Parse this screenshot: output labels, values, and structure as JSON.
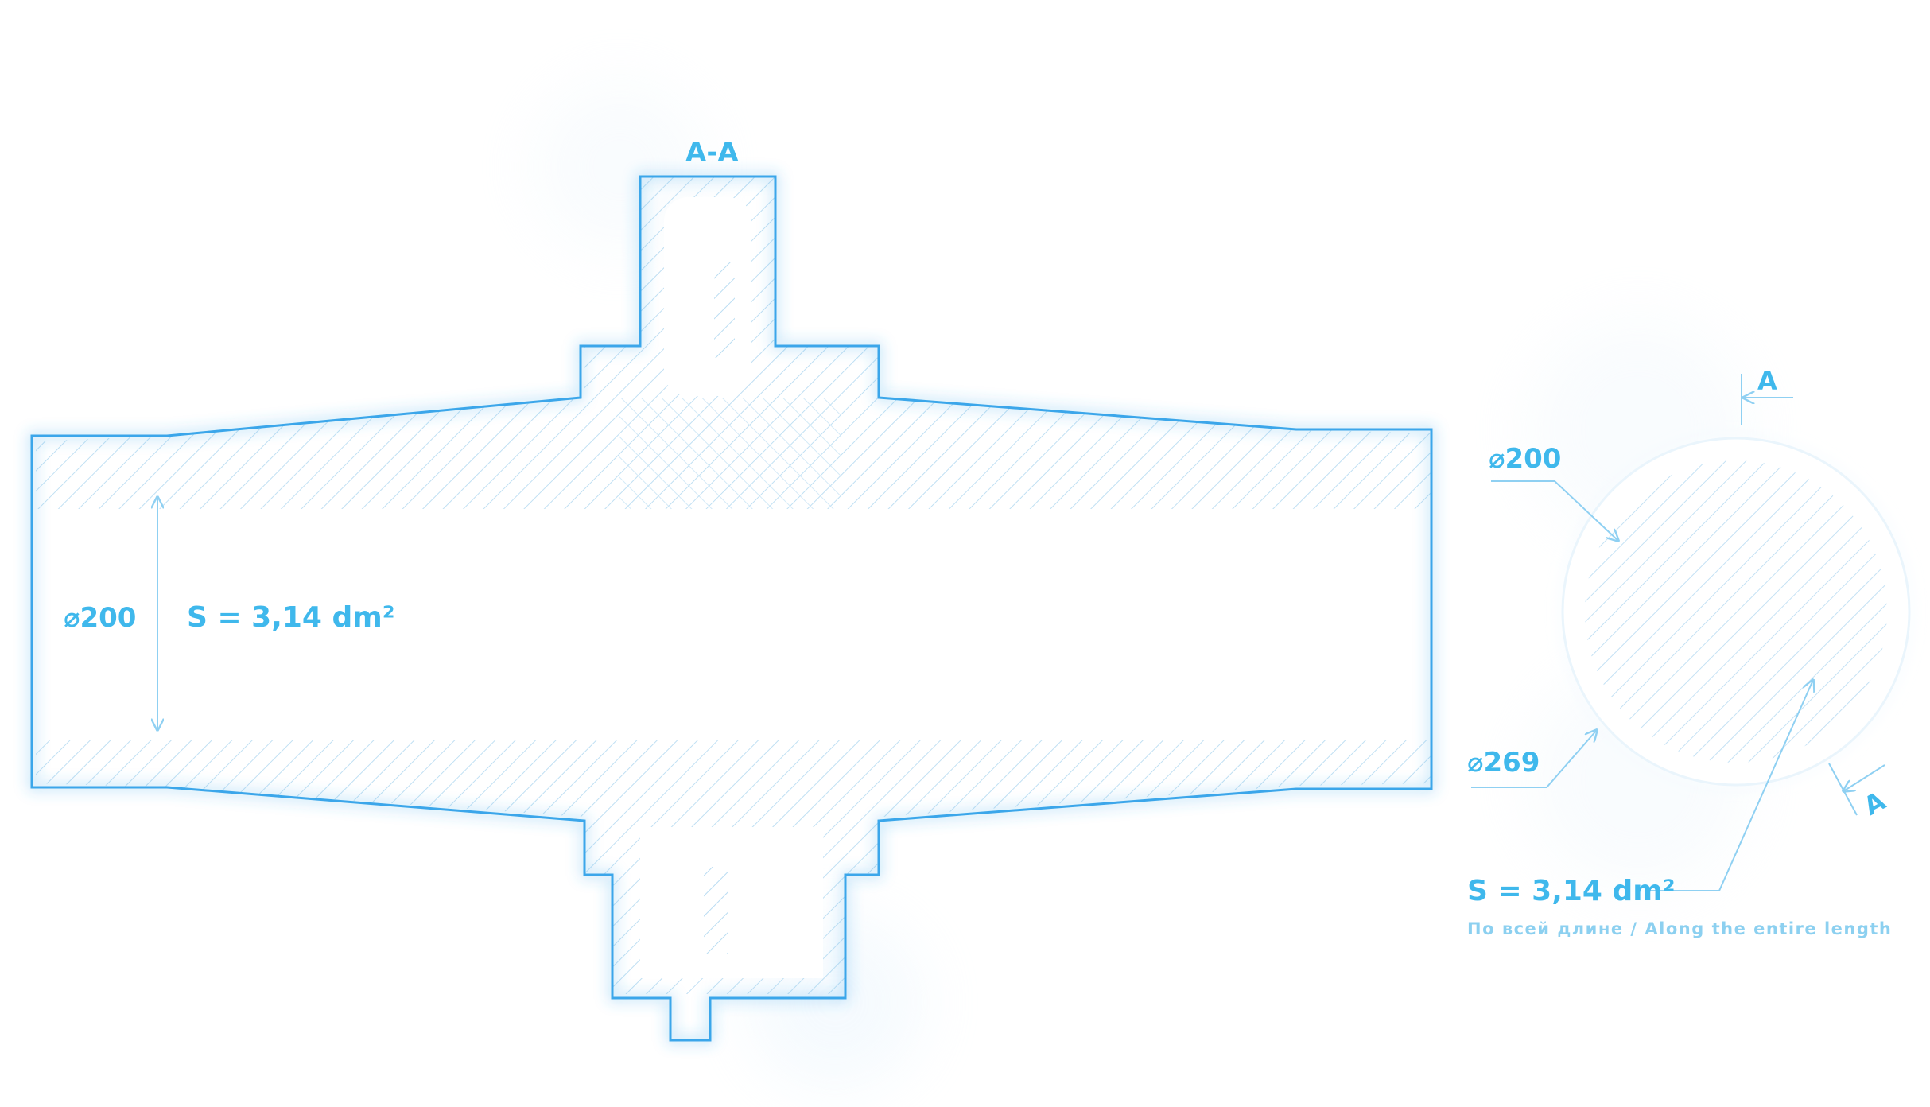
{
  "colors": {
    "outline": "#3aa6ea",
    "glow": "#7cc9ff",
    "hatch": "#b9dcf2",
    "label": "#3fb8ec",
    "sub_label": "#8cd0f0"
  },
  "longitudinal_view": {
    "section_label": "A-A",
    "inner_diameter": "⌀200",
    "area": "S = 3,14 dm²"
  },
  "cross_section": {
    "cut_label_top": "A",
    "cut_label_bottom": "A",
    "inner_diameter": "⌀200",
    "outer_diameter": "⌀269",
    "area": "S = 3,14 dm²",
    "note": "По всей длине / Along the entire length"
  }
}
